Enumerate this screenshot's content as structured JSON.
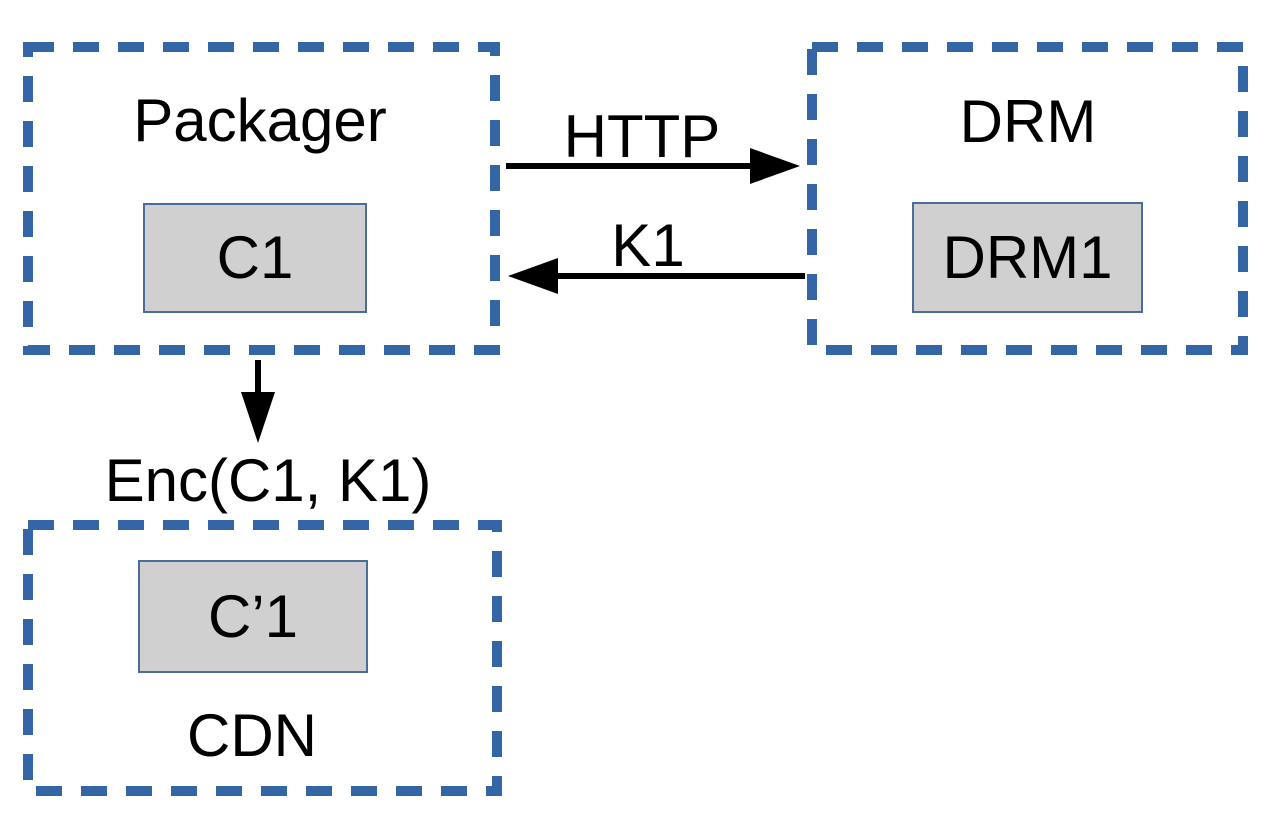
{
  "colors": {
    "dashed_border": "#3465a4",
    "node_fill": "#d0d0d0",
    "node_border": "#4a6e99",
    "arrow": "#000000",
    "text": "#000000",
    "background": "#ffffff"
  },
  "packager": {
    "label": "Packager",
    "content_label": "C1"
  },
  "drm": {
    "label": "DRM",
    "content_label": "DRM1"
  },
  "cdn": {
    "label": "CDN",
    "content_label": "C’1"
  },
  "arrows": {
    "packager_to_drm": "HTTP",
    "drm_to_packager": "K1",
    "packager_to_cdn": "Enc(C1, K1)"
  }
}
